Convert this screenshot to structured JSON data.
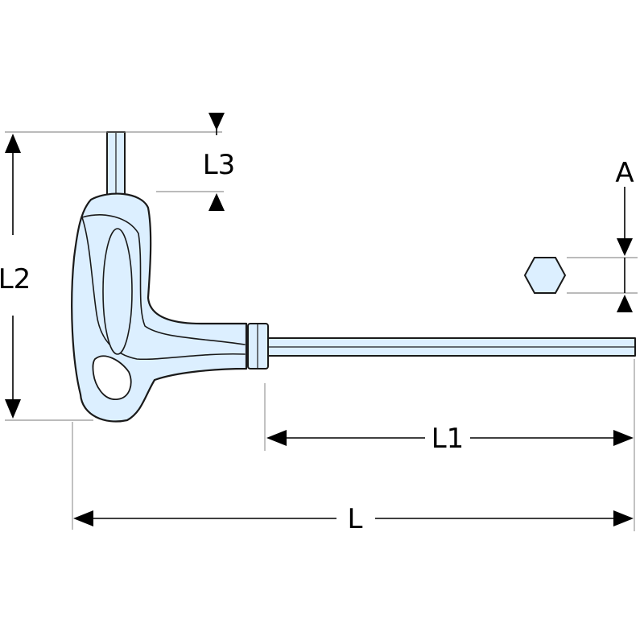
{
  "colors": {
    "tool_fill": "#dcefff",
    "tool_stroke": "#1a1a1a",
    "dimension": "#000000",
    "extension": "#777777",
    "background": "#ffffff"
  },
  "labels": {
    "l": "L",
    "l1": "L1",
    "l2": "L2",
    "l3": "L3",
    "a": "A"
  }
}
